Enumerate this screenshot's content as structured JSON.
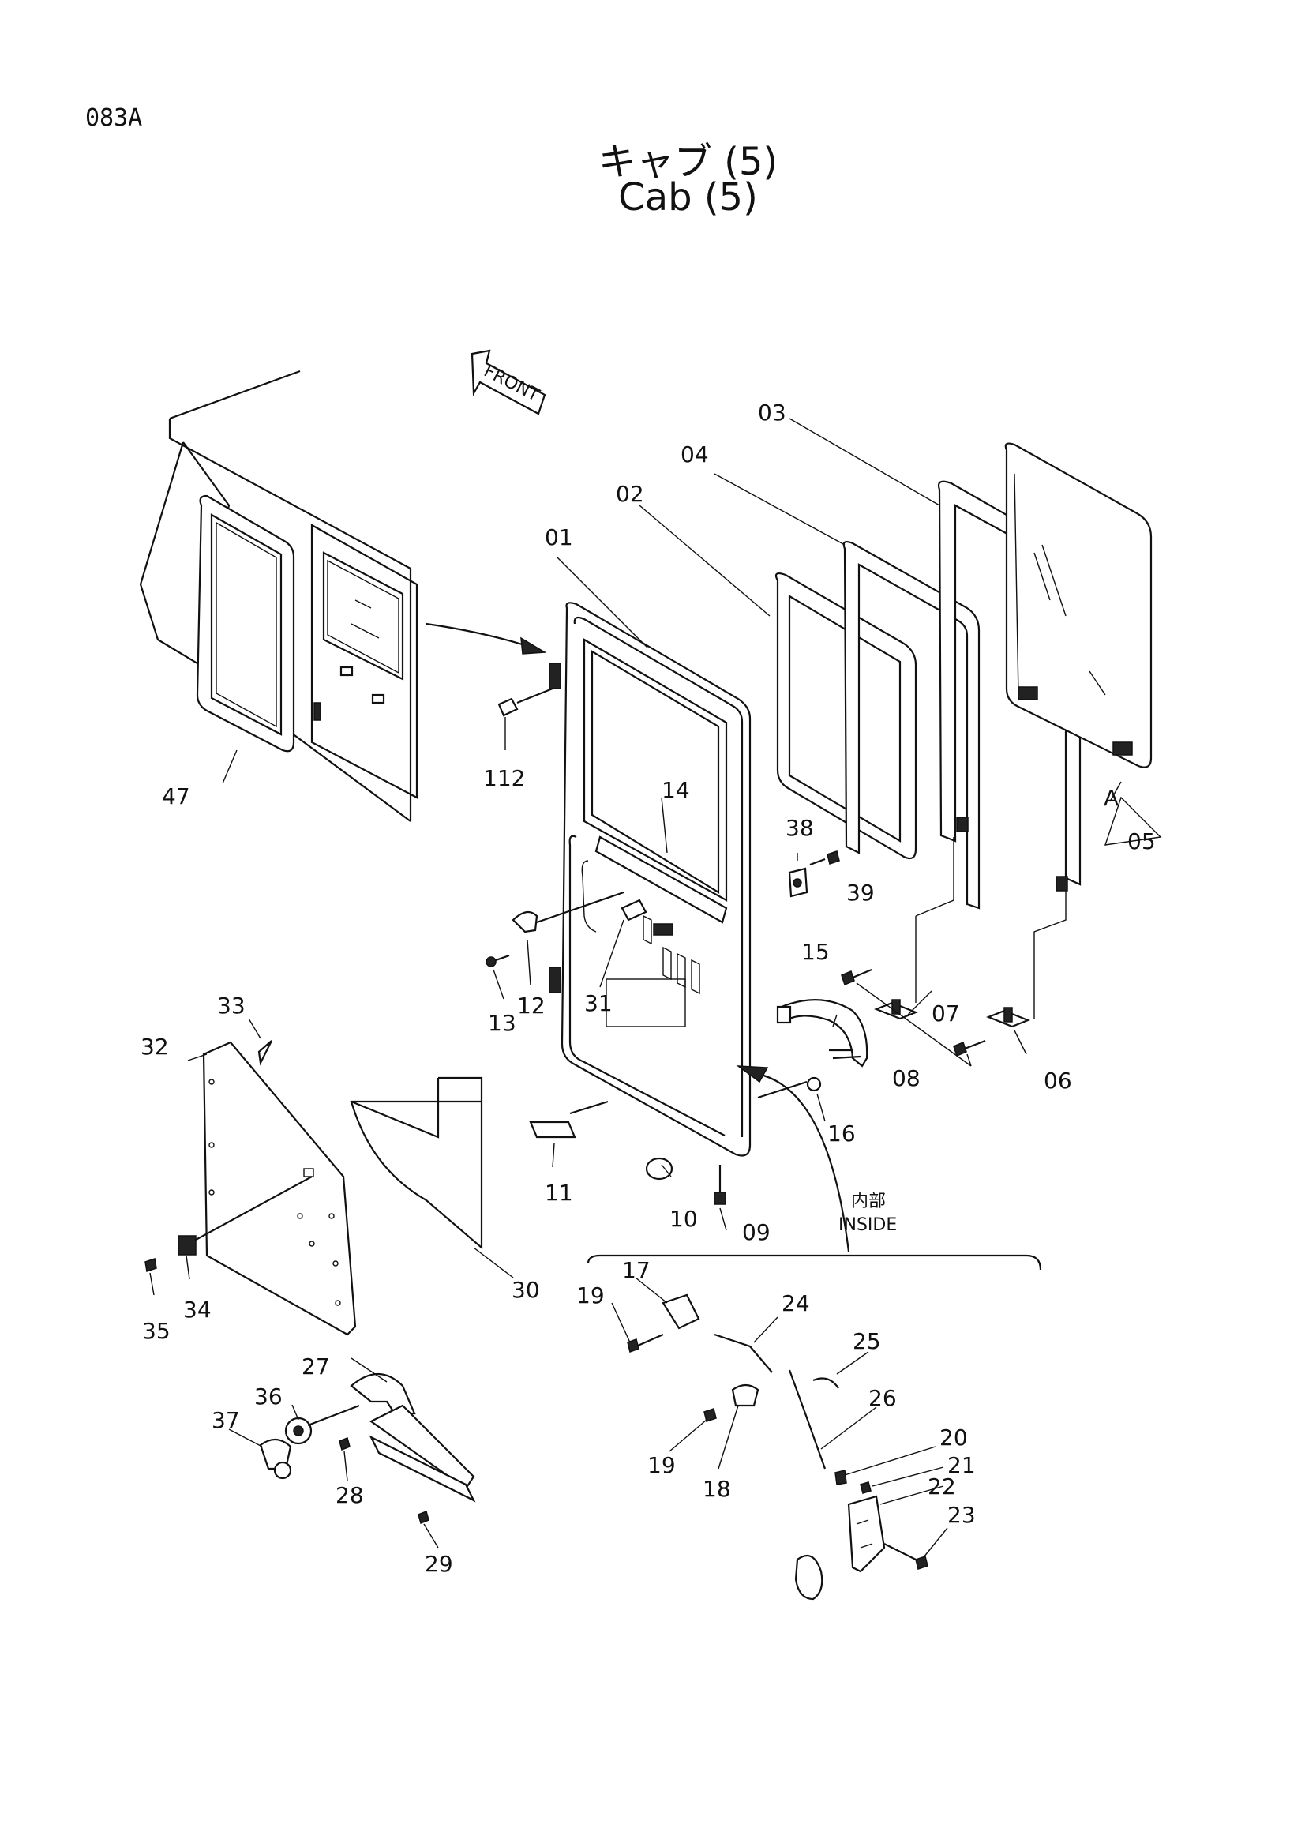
{
  "page_code": "083A",
  "title_jp": "キャブ (5)",
  "title_en": "Cab (5)",
  "front_arrow": "FRONT",
  "inside_label_jp": "内部",
  "inside_label_en": "INSIDE",
  "callouts": [
    "01",
    "02",
    "03",
    "04",
    "05",
    "06",
    "07",
    "08",
    "09",
    "10",
    "11",
    "12",
    "13",
    "14",
    "15",
    "16",
    "17",
    "18",
    "19",
    "19",
    "20",
    "21",
    "22",
    "23",
    "24",
    "25",
    "26",
    "27",
    "28",
    "29",
    "30",
    "31",
    "32",
    "33",
    "34",
    "35",
    "36",
    "37",
    "38",
    "39",
    "47",
    "112",
    "A"
  ],
  "icons": [
    "front-arrow-icon"
  ]
}
